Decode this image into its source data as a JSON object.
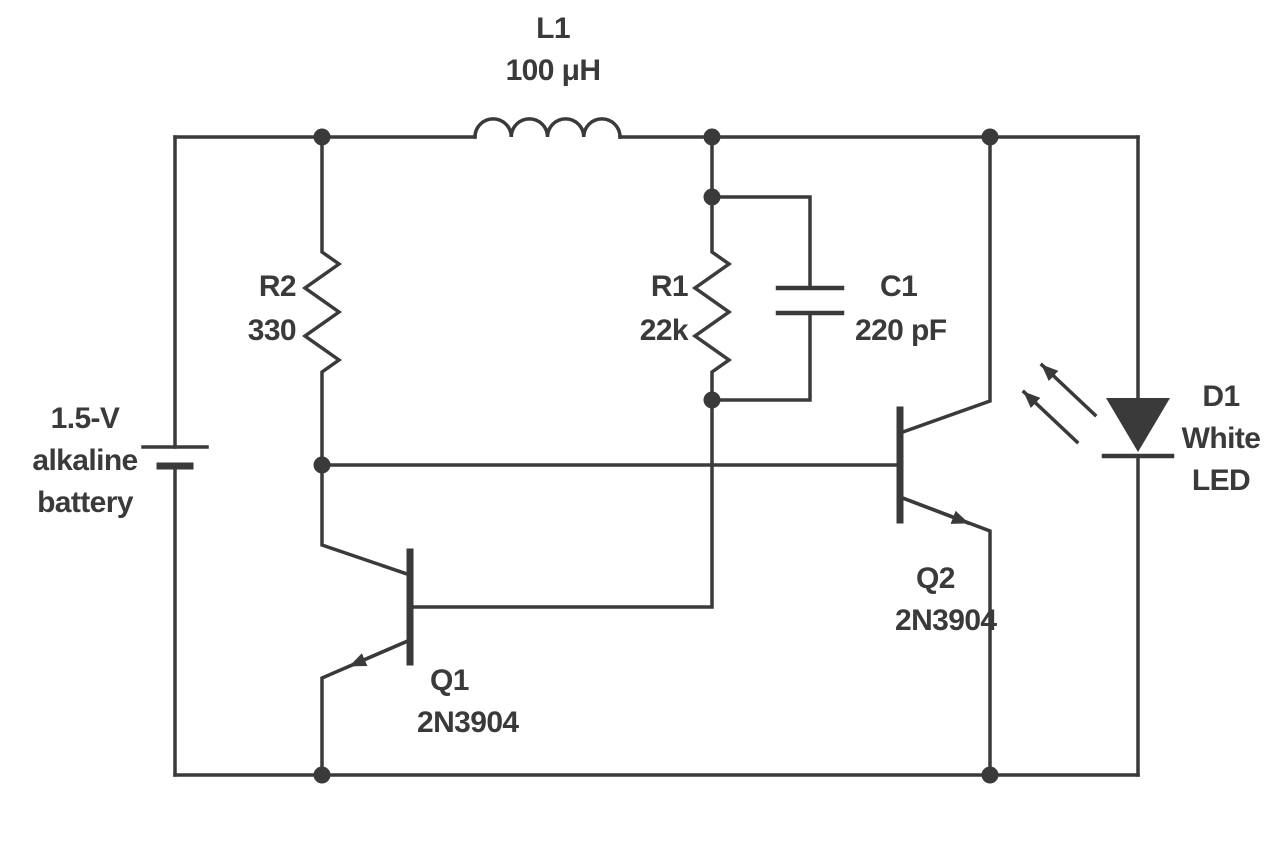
{
  "schematic": {
    "stroke_color": "#3a3a3a",
    "battery": {
      "line1": "1.5-V",
      "line2": "alkaline",
      "line3": "battery"
    },
    "inductor_l1": {
      "ref": "L1",
      "value": "100 μH"
    },
    "resistor_r2": {
      "ref": "R2",
      "value": "330"
    },
    "resistor_r1": {
      "ref": "R1",
      "value": "22k"
    },
    "capacitor_c1": {
      "ref": "C1",
      "value": "220 pF"
    },
    "transistor_q1": {
      "ref": "Q1",
      "part": "2N3904"
    },
    "transistor_q2": {
      "ref": "Q2",
      "part": "2N3904"
    },
    "led_d1": {
      "ref": "D1",
      "line1": "White",
      "line2": "LED"
    }
  }
}
